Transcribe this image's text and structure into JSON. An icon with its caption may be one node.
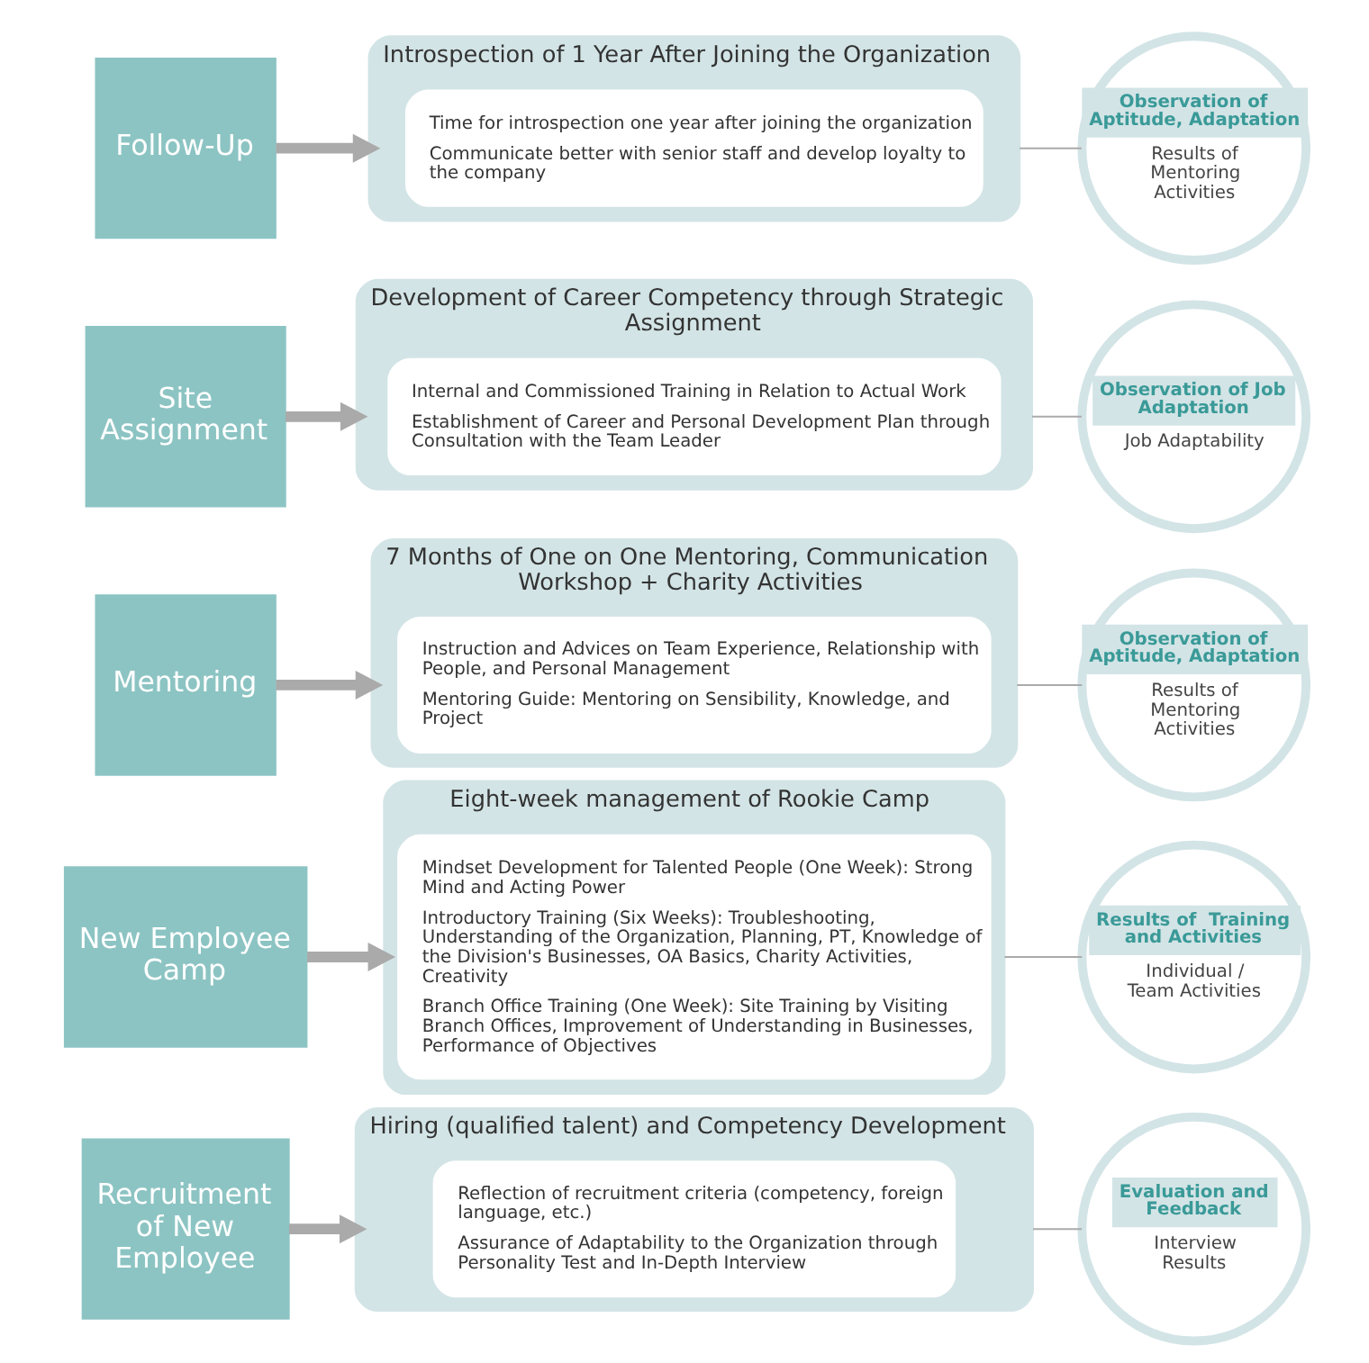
{
  "diagram": {
    "nodes": [
      {
        "text": [
          "Recruitment of New Employee"
        ]
      },
      {
        "text": [
          "Hiring (qualified talent) and Competency Development"
        ]
      },
      {
        "text": [
          "Reflection of recruitment criteria (competency, foreign language, etc.)",
          "Assurance of Adaptability to the Organization through Personality Test and In-Depth Interview"
        ],
        "in": 1
      },
      {
        "text": [
          "Evaluation and Feedback",
          "Interview Results"
        ]
      },
      {
        "text": [
          "New Employee Camp"
        ]
      },
      {
        "text": [
          "Eight-week management of Rookie Camp"
        ]
      },
      {
        "text": [
          "Mindset Development for Talented People (One Week): Strong Mind and Acting Power",
          "Introductory Training (Six Weeks): Troubleshooting, Understanding of the Organization, Planning, PT, Knowledge of the Division's Businesses, OA Basics, Charity Activities, Creativity",
          "Branch Office Training (One Week): Site Training by Visiting Branch Offices, Improvement of Understanding in Businesses, Performance of Objectives"
        ],
        "in": 5
      },
      {
        "text": [
          "Results of  Training and Activities",
          "Individual / Team Activities"
        ]
      },
      {
        "text": [
          "Mentoring"
        ]
      },
      {
        "text": [
          "7 Months of One on One Mentoring, Communication Workshop + Charity Activities"
        ]
      },
      {
        "text": [
          "Instruction and Advices on Team Experience, Relationship with People, and Personal Management",
          "Mentoring Guide: Mentoring on Sensibility, Knowledge, and Project"
        ],
        "in": 9
      },
      {
        "text": [
          "Observation of Aptitude, Adaptation",
          "Results of Mentoring Activities"
        ]
      },
      {
        "text": [
          "Site Assignment"
        ]
      },
      {
        "text": [
          "Development of Career Competency through Strategic Assignment"
        ]
      },
      {
        "text": [
          "Internal and Commissioned Training in Relation to Actual Work",
          "Establishment of Career and Personal Development Plan through Consultation with the Team Leader"
        ],
        "in": 13
      },
      {
        "text": [
          "Observation of Job Adaptation",
          "Job Adaptability"
        ]
      },
      {
        "text": [
          "Follow-Up"
        ]
      },
      {
        "text": [
          "Introspection of 1 Year After Joining the Organization"
        ]
      },
      {
        "text": [
          "Time for introspection one year after joining the organization",
          "Communicate better with senior staff and develop loyalty to the company"
        ],
        "in": 17
      },
      {
        "text": [
          "Observation of Aptitude, Adaptation",
          "Results of Mentoring Activities"
        ]
      }
    ],
    "edges": [
      {
        "from": 0,
        "to": 1,
        "arrow": "to",
        "style": "thick"
      },
      {
        "from": 1,
        "to": 3,
        "arrow": "none"
      },
      {
        "from": 4,
        "to": 5,
        "arrow": "to",
        "style": "thick"
      },
      {
        "from": 5,
        "to": 7,
        "arrow": "none"
      },
      {
        "from": 8,
        "to": 9,
        "arrow": "to",
        "style": "thick"
      },
      {
        "from": 9,
        "to": 11,
        "arrow": "none"
      },
      {
        "from": 12,
        "to": 13,
        "arrow": "to",
        "style": "thick"
      },
      {
        "from": 13,
        "to": 15,
        "arrow": "none"
      },
      {
        "from": 16,
        "to": 17,
        "arrow": "to",
        "style": "thick"
      },
      {
        "from": 17,
        "to": 19,
        "arrow": "none"
      }
    ]
  }
}
